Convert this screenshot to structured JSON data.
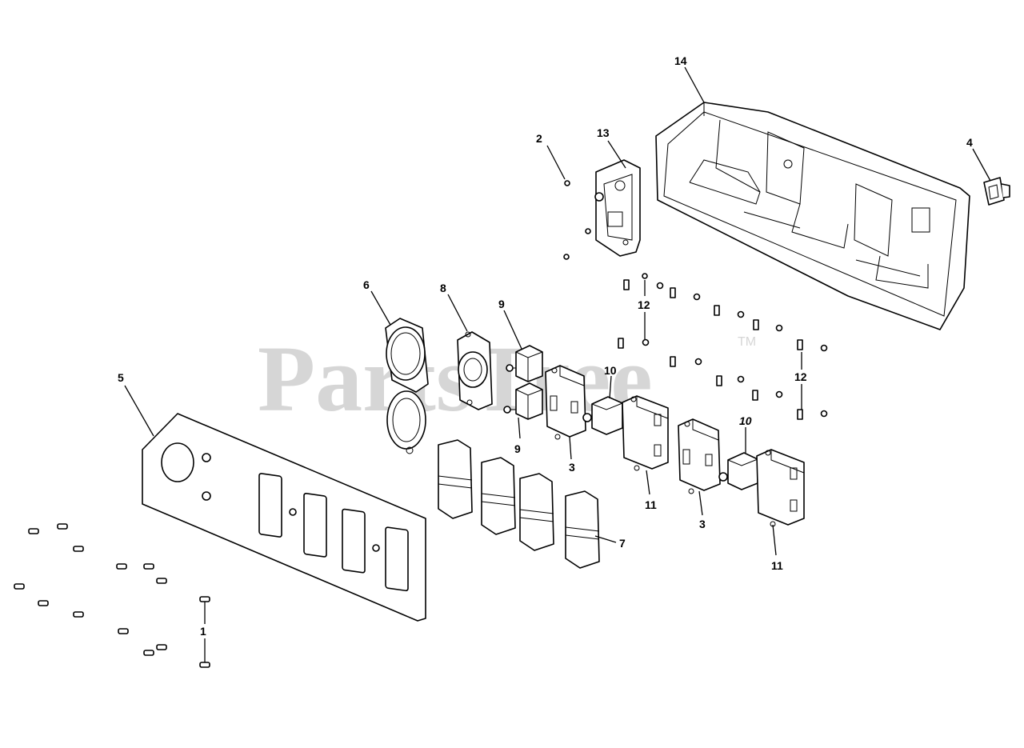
{
  "watermark": {
    "text": "PartsTree",
    "tm": "TM"
  },
  "callouts": [
    {
      "id": "c14",
      "text": "14"
    },
    {
      "id": "c13",
      "text": "13"
    },
    {
      "id": "c2",
      "text": "2"
    },
    {
      "id": "c4",
      "text": "4"
    },
    {
      "id": "c6",
      "text": "6"
    },
    {
      "id": "c8",
      "text": "8"
    },
    {
      "id": "c9a",
      "text": "9"
    },
    {
      "id": "c9b",
      "text": "9"
    },
    {
      "id": "c12a",
      "text": "12"
    },
    {
      "id": "c12b",
      "text": "12"
    },
    {
      "id": "c10a",
      "text": "10"
    },
    {
      "id": "c10b",
      "text": "10"
    },
    {
      "id": "c5",
      "text": "5"
    },
    {
      "id": "c3a",
      "text": "3"
    },
    {
      "id": "c3b",
      "text": "3"
    },
    {
      "id": "c11a",
      "text": "11"
    },
    {
      "id": "c11b",
      "text": "11"
    },
    {
      "id": "c7",
      "text": "7"
    },
    {
      "id": "c1",
      "text": "1"
    }
  ]
}
